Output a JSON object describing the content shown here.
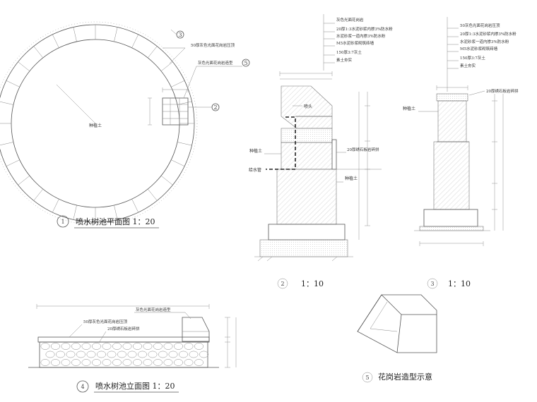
{
  "plan": {
    "title": "喷水树池平面图 1：20",
    "number": "1",
    "center_label": "种植土",
    "callout_3": "3",
    "callout_5": "5",
    "callout_2": "2",
    "note_top": "50厚灰色光面花岗岩压顶",
    "note_mid": "灰色光面花岗岩造型"
  },
  "section2": {
    "number": "2",
    "scale": "1：10",
    "notes": [
      "灰色光面花岗岩",
      "20厚1:3水泥砂浆内掺3%防水粉",
      "水泥砂浆一道内掺3%防水粉",
      "M5水泥砂浆砌筑砖墙",
      "150厚3:7灰土",
      "素土夯实"
    ],
    "label_nozzle": "喷头",
    "label_soil_left": "种植土",
    "label_pipe": "给水管",
    "label_gravel": "20厚绣石板岩碎拼",
    "label_soil_right": "种植土"
  },
  "section3": {
    "number": "3",
    "scale": "1：10",
    "notes": [
      "50灰色光面花岗岩压顶",
      "20厚1:3水泥砂浆内掺3%防水粉",
      "水泥砂浆一道内掺3%防水粉",
      "M5水泥砂浆砌筑砖墙",
      "150厚3:7灰土",
      "素土夯实"
    ],
    "label_gravel": "20厚绣石板岩碎拼",
    "label_soil": "种植土"
  },
  "elevation": {
    "title": "喷水树池立面图 1：20",
    "number": "4",
    "note_1": "灰色光面花岗岩造型",
    "note_2": "50厚灰色光面花岗岩压顶",
    "note_3": "20厚绣石板岩碎拼"
  },
  "detail5": {
    "title": "花岗岩造型示意",
    "number": "5"
  }
}
